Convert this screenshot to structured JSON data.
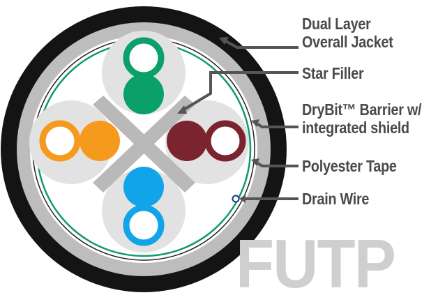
{
  "labels": {
    "jacket_line1": "Dual Layer",
    "jacket_line2": "Overall Jacket",
    "star_filler": "Star Filler",
    "barrier_line1": "DryBit™ Barrier w/",
    "barrier_line2": "integrated shield",
    "polyester_tape": "Polyester Tape",
    "drain_wire": "Drain Wire"
  },
  "watermark": "FUTP",
  "colors": {
    "outer_jacket": "#141414",
    "inner_jacket": "#bdbdbd",
    "shield_ring": "#0e9a6c",
    "pair_background": "#e2e2e2",
    "star_filler": "#b9b9b9",
    "green_pair": "#0aa06a",
    "orange_pair": "#f59a1c",
    "brown_pair": "#7a2430",
    "blue_pair": "#12a4e8",
    "drain_wire": "#1a3a8a",
    "leader": "#555555",
    "label_text": "#4a4a4a",
    "watermark_text": "#cfcfcf"
  }
}
